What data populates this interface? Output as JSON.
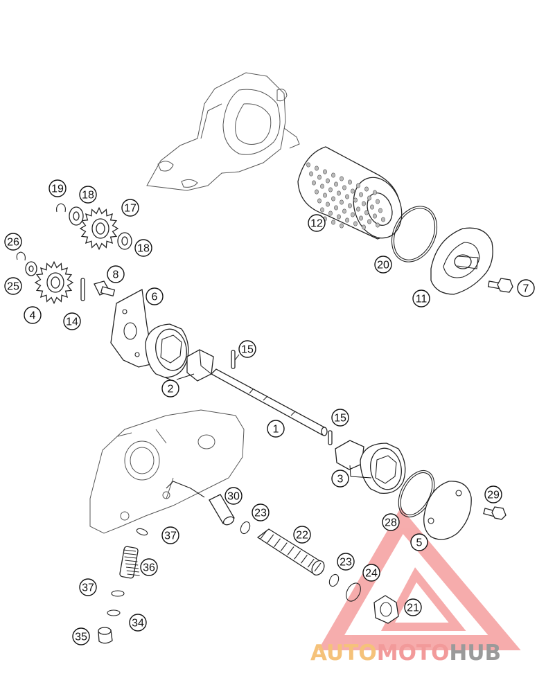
{
  "callouts": [
    {
      "id": "c19",
      "label": "19"
    },
    {
      "id": "c18a",
      "label": "18"
    },
    {
      "id": "c17",
      "label": "17"
    },
    {
      "id": "c18b",
      "label": "18"
    },
    {
      "id": "c26",
      "label": "26"
    },
    {
      "id": "c25",
      "label": "25"
    },
    {
      "id": "c8",
      "label": "8"
    },
    {
      "id": "c6",
      "label": "6"
    },
    {
      "id": "c4",
      "label": "4"
    },
    {
      "id": "c14",
      "label": "14"
    },
    {
      "id": "c12",
      "label": "12"
    },
    {
      "id": "c20",
      "label": "20"
    },
    {
      "id": "c11",
      "label": "11"
    },
    {
      "id": "c7",
      "label": "7"
    },
    {
      "id": "c15a",
      "label": "15"
    },
    {
      "id": "c2",
      "label": "2"
    },
    {
      "id": "c1",
      "label": "1"
    },
    {
      "id": "c15b",
      "label": "15"
    },
    {
      "id": "c3",
      "label": "3"
    },
    {
      "id": "c30",
      "label": "30"
    },
    {
      "id": "c23a",
      "label": "23"
    },
    {
      "id": "c22",
      "label": "22"
    },
    {
      "id": "c37a",
      "label": "37"
    },
    {
      "id": "c29",
      "label": "29"
    },
    {
      "id": "c28",
      "label": "28"
    },
    {
      "id": "c5",
      "label": "5"
    },
    {
      "id": "c23b",
      "label": "23"
    },
    {
      "id": "c24",
      "label": "24"
    },
    {
      "id": "c36",
      "label": "36"
    },
    {
      "id": "c37b",
      "label": "37"
    },
    {
      "id": "c21",
      "label": "21"
    },
    {
      "id": "c34",
      "label": "34"
    },
    {
      "id": "c35",
      "label": "35"
    }
  ],
  "watermark": {
    "part1": "AUTO",
    "part2": "MOTO",
    "part3": "HUB",
    "color_auto": "#f5c27a",
    "color_moto": "#f29a9a",
    "color_hub": "#9a9a9a",
    "triangle_color": "#ef6a6a"
  }
}
